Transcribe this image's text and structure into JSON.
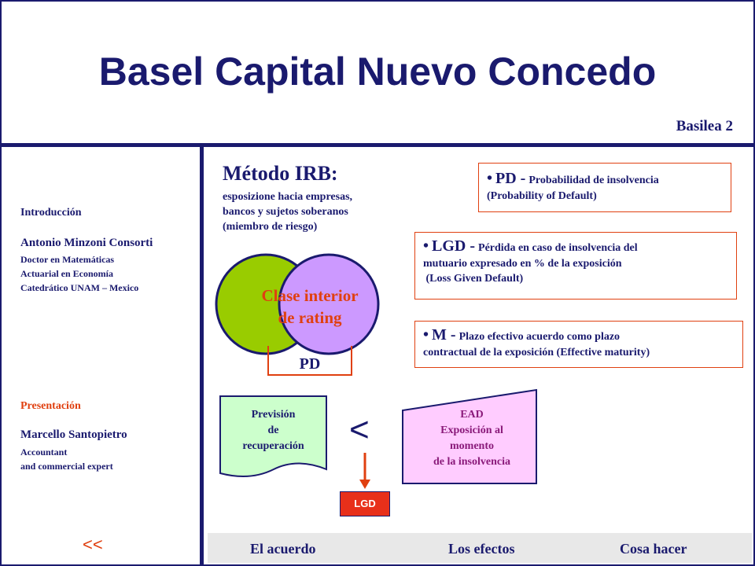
{
  "title": "Basel Capital Nuevo Concedo",
  "subtitle": "Basilea 2",
  "sidebar": {
    "section1_label": "Introducción",
    "author1_name": "Antonio Minzoni Consorti",
    "author1_line1": "Doctor en Matemáticas",
    "author1_line2": "Actuarial  en Economía",
    "author1_line3": "Catedrático  UNAM – Mexico",
    "section2_label": "Presentación",
    "author2_name": "Marcello Santopietro",
    "author2_line1": "Accountant",
    "author2_line2": "and commercial expert",
    "prev_link": "<<"
  },
  "method": {
    "heading": "Método IRB:",
    "line1": "esposizione hacia empresas,",
    "line2": "bancos y sujetos soberanos",
    "line3": "(miembro de riesgo)"
  },
  "venn": {
    "line1": "Clase interior",
    "line2": "de rating",
    "pd_label": "PD",
    "left_color": "#99cc00",
    "right_color": "#cc99ff"
  },
  "boxes": {
    "pd": {
      "bullet": "•",
      "abbr": "PD -",
      "text1": "Probabilidad de insolvencia",
      "text2": "(Probability of Default)"
    },
    "lgd": {
      "bullet": "•",
      "abbr": "LGD -",
      "text1": "Pérdida en caso de insolvencia del",
      "text2": "mutuario expresado en % de la exposición",
      "text3": " (Loss Given Default)"
    },
    "m": {
      "bullet": "•",
      "abbr": "M -",
      "text1": "Plazo efectivo acuerdo como plazo",
      "text2": "contractual de la exposición (Effective maturity)"
    }
  },
  "formula": {
    "recovery_line1": "Previsión",
    "recovery_line2": "de",
    "recovery_line3": "recuperación",
    "less_than": "<",
    "ead_line1": "EAD",
    "ead_line2": "Exposición al",
    "ead_line3": "momento",
    "ead_line4": "de la insolvencia",
    "lgd_button": "LGD",
    "recovery_color": "#ccffcc",
    "ead_color": "#ffccff"
  },
  "footer_nav": {
    "item1": "El acuerdo",
    "item2": "Los efectos",
    "item3": "Cosa hacer"
  }
}
